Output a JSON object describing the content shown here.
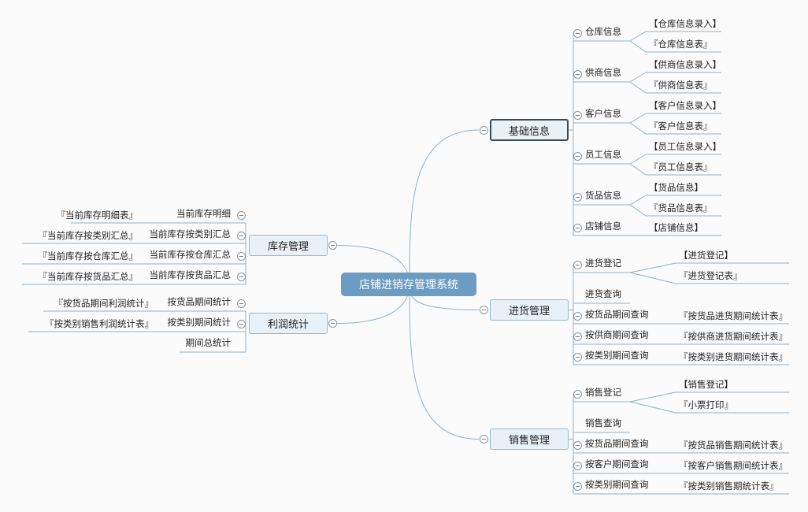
{
  "root": {
    "label": "店铺进销存管理系统"
  },
  "right": [
    {
      "key": "jichu",
      "label": "基础信息",
      "selected": true,
      "children": [
        {
          "label": "仓库信息",
          "children": [
            "【仓库信息录入】",
            "『仓库信息表』"
          ]
        },
        {
          "label": "供商信息",
          "children": [
            "【供商信息录入】",
            "『供商信息表』"
          ]
        },
        {
          "label": "客户信息",
          "children": [
            "【客户信息录入】",
            "『客户信息表』"
          ]
        },
        {
          "label": "员工信息",
          "children": [
            "【员工信息录入】",
            "『员工信息表』"
          ]
        },
        {
          "label": "货品信息",
          "children": [
            "【货品信息】",
            "『货品信息表』"
          ]
        },
        {
          "label": "店铺信息",
          "children": [
            "【店铺信息】"
          ]
        }
      ]
    },
    {
      "key": "jinhuo",
      "label": "进货管理",
      "children": [
        {
          "label": "进货登记",
          "children": [
            "【进货登记】",
            "『进货登记表』"
          ]
        },
        {
          "label": "进货查询",
          "children": []
        },
        {
          "label": "按货品期间查询",
          "children": [
            "『按货品进货期间统计表』"
          ]
        },
        {
          "label": "按供商期间查询",
          "children": [
            "『按供商进货期间统计表』"
          ]
        },
        {
          "label": "按类别期间查询",
          "children": [
            "『按类别进货期间统计表』"
          ]
        }
      ]
    },
    {
      "key": "xiaoshou",
      "label": "销售管理",
      "children": [
        {
          "label": "销售登记",
          "children": [
            "【销售登记】",
            "『小票打印』"
          ]
        },
        {
          "label": "销售查询",
          "children": []
        },
        {
          "label": "按货品期间查询",
          "children": [
            "『按货品销售期间统计表』"
          ]
        },
        {
          "label": "按客户期间查询",
          "children": [
            "『按客户销售期间统计表』"
          ]
        },
        {
          "label": "按类别期间查询",
          "children": [
            "『按类别销售期统计表』"
          ]
        }
      ]
    }
  ],
  "left": [
    {
      "key": "kucun",
      "label": "库存管理",
      "children": [
        {
          "label": "当前库存明细",
          "children": [
            "『当前库存明细表』"
          ]
        },
        {
          "label": "当前库存按类别汇总",
          "children": [
            "『当前库存按类别汇总』"
          ]
        },
        {
          "label": "当前库存按仓库汇总",
          "children": [
            "『当前库存按仓库汇总』"
          ]
        },
        {
          "label": "当前库存按货品汇总",
          "children": [
            "『当前库存按货品汇总』"
          ]
        }
      ]
    },
    {
      "key": "lirun",
      "label": "利润统计",
      "children": [
        {
          "label": "按货品期间统计",
          "children": [
            "『按货品期间利润统计』"
          ]
        },
        {
          "label": "按类别期间统计",
          "children": [
            "『按类别销售利润统计表』"
          ]
        },
        {
          "label": "期间总统计",
          "children": []
        }
      ]
    }
  ],
  "colors": {
    "line": "#8fb0c9",
    "rootFill": "#6d9cc3",
    "nodeFill": "#e8f1f8",
    "nodeBorder": "#9bb7cf"
  }
}
